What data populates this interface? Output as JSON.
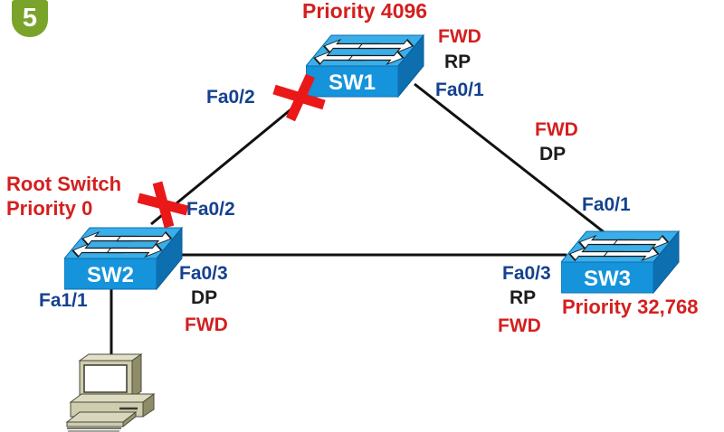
{
  "step_badge": "5",
  "colors": {
    "label_red": "#d41f1f",
    "label_blue": "#15418f",
    "label_black": "#1c1c1c",
    "blocked_x_red": "#ea1818",
    "link_black": "#111111",
    "badge_green": "#7aa32a",
    "switch_top": "#3aaee8",
    "switch_front": "#1593db",
    "switch_side": "#0d6fb0"
  },
  "icons": {
    "switch": "cisco-switch-icon",
    "host": "desktop-pc-icon",
    "blocked": "red-x-blocked-icon"
  },
  "nodes": {
    "sw1": {
      "label": "SW1"
    },
    "sw2": {
      "label": "SW2"
    },
    "sw3": {
      "label": "SW3"
    }
  },
  "labels": {
    "priority_sw1": "Priority 4096",
    "sw1_fwd": "FWD",
    "sw1_rp": "RP",
    "sw1_fa01": "Fa0/1",
    "sw1_fa02": "Fa0/2",
    "link13_fwd": "FWD",
    "link13_dp": "DP",
    "sw3_fa01": "Fa0/1",
    "root_switch": "Root Switch",
    "priority_sw2": "Priority 0",
    "sw2_fa02": "Fa0/2",
    "sw2_fa03": "Fa0/3",
    "sw2_dp": "DP",
    "sw2_fwd": "FWD",
    "sw2_fa11": "Fa1/1",
    "sw3_fa03": "Fa0/3",
    "sw3_rp": "RP",
    "sw3_fwd": "FWD",
    "priority_sw3": "Priority 32,768"
  },
  "links": [
    {
      "from": "SW1 Fa0/2",
      "to": "SW2 Fa0/2",
      "blocked": true
    },
    {
      "from": "SW1 Fa0/1",
      "to": "SW3 Fa0/1",
      "blocked": false
    },
    {
      "from": "SW2 Fa0/3",
      "to": "SW3 Fa0/3",
      "blocked": false
    },
    {
      "from": "SW2 Fa1/1",
      "to": "PC",
      "blocked": false
    }
  ]
}
